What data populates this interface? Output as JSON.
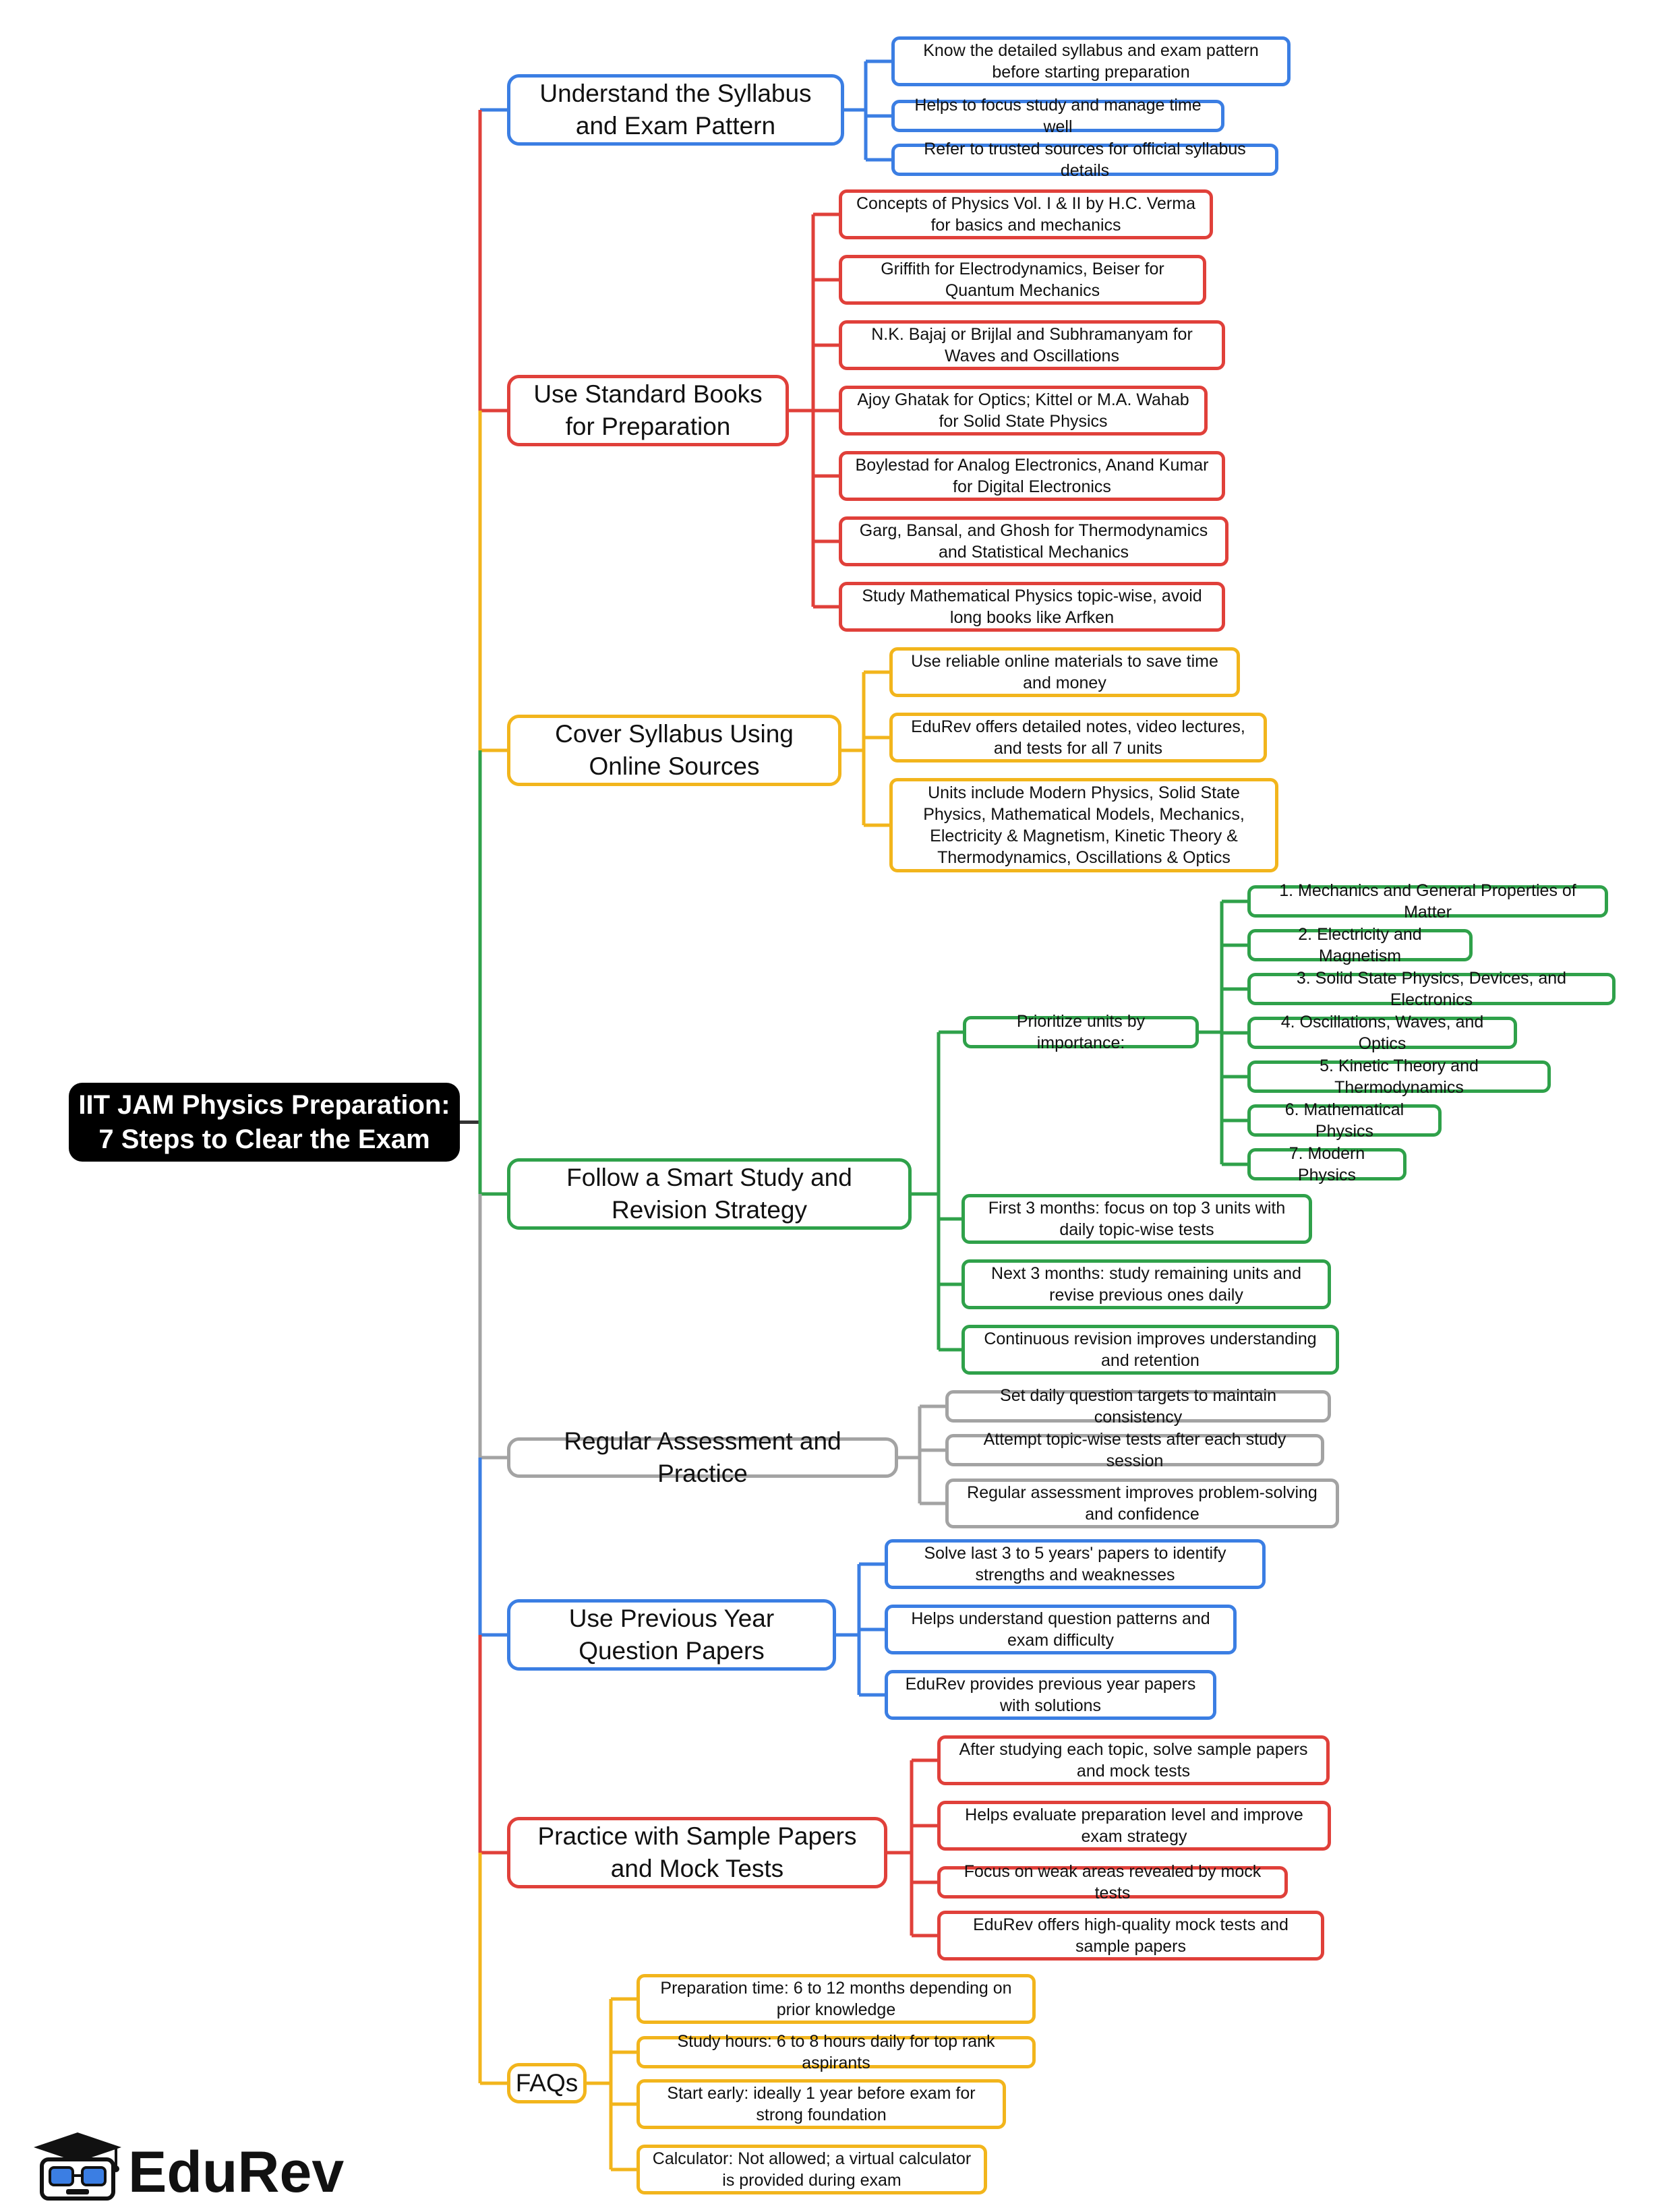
{
  "colors": {
    "blue": "#3b7ee3",
    "red": "#e0403a",
    "yellow": "#f2b51c",
    "green": "#2fa14a",
    "gray": "#a3a3a3",
    "root_bg": "#000000"
  },
  "root": {
    "line1": "IIT JAM Physics Preparation:",
    "line2": "7 Steps to Clear the Exam"
  },
  "branches": [
    {
      "label": "Understand the Syllabus and Exam Pattern",
      "color": "blue",
      "leaves": [
        "Know the detailed syllabus and exam pattern before starting preparation",
        "Helps to focus study and manage time well",
        "Refer to trusted sources for official syllabus details"
      ]
    },
    {
      "label": "Use Standard Books for Preparation",
      "color": "red",
      "leaves": [
        "Concepts of Physics Vol. I & II by H.C. Verma for basics and mechanics",
        "Griffith for Electrodynamics, Beiser for Quantum Mechanics",
        "N.K. Bajaj or Brijlal and Subhramanyam for Waves and Oscillations",
        "Ajoy Ghatak for Optics; Kittel or M.A. Wahab for Solid State Physics",
        "Boylestad for Analog Electronics, Anand Kumar for Digital Electronics",
        "Garg, Bansal, and Ghosh for Thermodynamics and Statistical Mechanics",
        "Study Mathematical Physics topic-wise, avoid long books like Arfken"
      ]
    },
    {
      "label": "Cover Syllabus Using Online Sources",
      "color": "yellow",
      "leaves": [
        "Use reliable online materials to save time and money",
        "EduRev offers detailed notes, video lectures, and tests for all 7 units",
        "Units include Modern Physics, Solid State Physics, Mathematical Models, Mechanics, Electricity & Magnetism, Kinetic Theory & Thermodynamics, Oscillations & Optics"
      ]
    },
    {
      "label": "Follow a Smart Study and Revision Strategy",
      "color": "green",
      "sub": {
        "label": "Prioritize units by importance:",
        "items": [
          "1. Mechanics and General Properties of Matter",
          "2. Electricity and Magnetism",
          "3. Solid State Physics, Devices, and Electronics",
          "4. Oscillations, Waves, and Optics",
          "5. Kinetic Theory and Thermodynamics",
          "6. Mathematical Physics",
          "7. Modern Physics"
        ]
      },
      "leaves": [
        "First 3 months: focus on top 3 units with daily topic-wise tests",
        "Next 3 months: study remaining units and revise previous ones daily",
        "Continuous revision improves understanding and retention"
      ]
    },
    {
      "label": "Regular Assessment and Practice",
      "color": "gray",
      "leaves": [
        "Set daily question targets to maintain consistency",
        "Attempt topic-wise tests after each study session",
        "Regular assessment improves problem-solving and confidence"
      ]
    },
    {
      "label": "Use Previous Year Question Papers",
      "color": "blue",
      "leaves": [
        "Solve last 3 to 5 years' papers to identify strengths and weaknesses",
        "Helps understand question patterns and exam difficulty",
        "EduRev provides previous year papers with solutions"
      ]
    },
    {
      "label": "Practice with Sample Papers and Mock Tests",
      "color": "red",
      "leaves": [
        "After studying each topic, solve sample papers and mock tests",
        "Helps evaluate preparation level and improve exam strategy",
        "Focus on weak areas revealed by mock tests",
        "EduRev offers high-quality mock tests and sample papers"
      ]
    },
    {
      "label": "FAQs",
      "color": "yellow",
      "leaves": [
        "Preparation time: 6 to 12 months depending on prior knowledge",
        "Study hours: 6 to 8 hours daily for top rank aspirants",
        "Start early: ideally 1 year before exam for strong foundation",
        "Calculator: Not allowed; a virtual calculator is provided during exam"
      ]
    }
  ],
  "logo": {
    "icon": "graduate-robot-icon",
    "text": "EduRev"
  }
}
